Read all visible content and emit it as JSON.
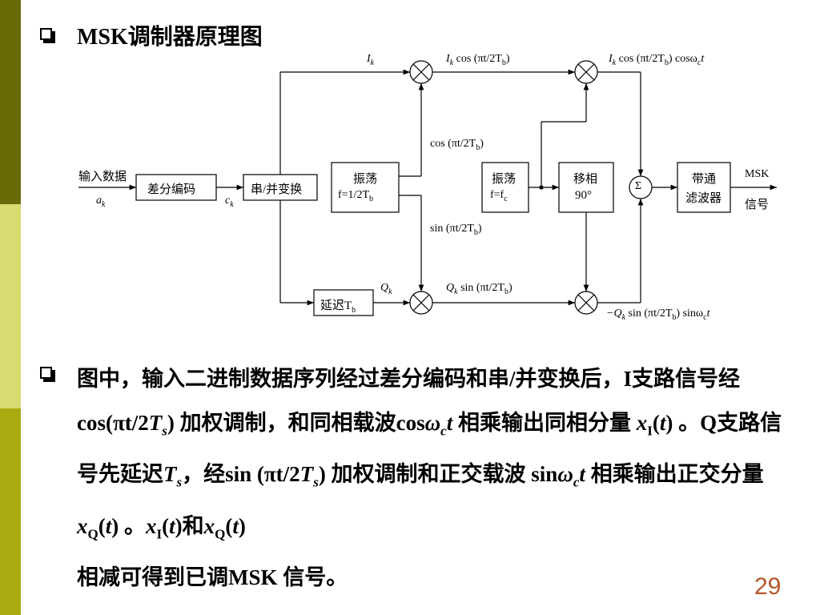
{
  "slide": {
    "title": "MSK调制器原理图",
    "page_number": "29",
    "colors": {
      "sidebar_dark": "#6a6a08",
      "sidebar_mid": "#a8aa10",
      "sidebar_light": "#d7db70",
      "page_number": "#b4552b"
    }
  },
  "diagram": {
    "blocks": {
      "diff_encode": "差分编码",
      "serial_parallel": "串/并变换",
      "osc1_line1": "振荡",
      "osc1_line2": "f=1/2T",
      "osc1_sub": "b",
      "osc2_line1": "振荡",
      "osc2_line2": "f=f",
      "osc2_sub": "c",
      "phase_line1": "移相",
      "phase_line2": "90°",
      "bandpass_line1": "带通",
      "bandpass_line2": "滤波器",
      "delay": "延迟T",
      "delay_sub": "b",
      "sum_symbol": "Σ"
    },
    "labels": {
      "input_data": "输入数据",
      "a": "a",
      "a_sub": "k",
      "c": "c",
      "c_sub": "k",
      "I": "I",
      "I_sub": "k",
      "Q": "Q",
      "Q_sub": "k",
      "i_branch_1": "I",
      "i_branch_1_sub": "k",
      "i_branch_1_expr": "cos (πt/2T",
      "i_branch_1_expr_sub": "b",
      "i_branch_1_close": ")",
      "i_branch_2": "I",
      "i_branch_2_sub": "k",
      "i_branch_2_expr": "cos (πt/2T",
      "i_branch_2_expr_sub": "b",
      "i_branch_2_tail": ") cosω",
      "i_branch_2_tail_sub": "c",
      "i_branch_2_t": "t",
      "cos_osc": "cos (πt/2T",
      "cos_osc_sub": "b",
      "cos_osc_close": ")",
      "sin_osc": "sin (πt/2T",
      "sin_osc_sub": "b",
      "sin_osc_close": ")",
      "q_branch_1": "Q",
      "q_branch_1_sub": "k",
      "q_branch_1_expr": "sin (πt/2T",
      "q_branch_1_expr_sub": "b",
      "q_branch_1_close": ")",
      "q_branch_2": "−Q",
      "q_branch_2_sub": "k",
      "q_branch_2_expr": "sin (πt/2T",
      "q_branch_2_expr_sub": "b",
      "q_branch_2_tail": ") sinω",
      "q_branch_2_tail_sub": "c",
      "q_branch_2_t": "t",
      "msk_out": "MSK",
      "signal_out": "信号"
    }
  },
  "paragraph": {
    "s1": "图中，输入二进制数据序列经过差分编码和串/并变换后，I支路信号经 cos(πt/2",
    "T": "T",
    "s_sub": "s",
    "s2": ") 加权调制，和同相载波cos",
    "omega": "ω",
    "c_sub": "c",
    "t": "t",
    "s3": " 相乘输出同相分量 ",
    "x": "x",
    "I_sub": "I",
    "lp": "(",
    "rp": ")",
    "s4": " 。Q支路信号先延迟",
    "s5": "，经sin (πt/2",
    "s6": ") 加权调制和正交载波 sin",
    "s7": " 相乘输出正交分量 ",
    "Q_sub": "Q",
    "s8": " 。",
    "and": "和",
    "s9": "相减可得到已调MSK 信号。"
  }
}
